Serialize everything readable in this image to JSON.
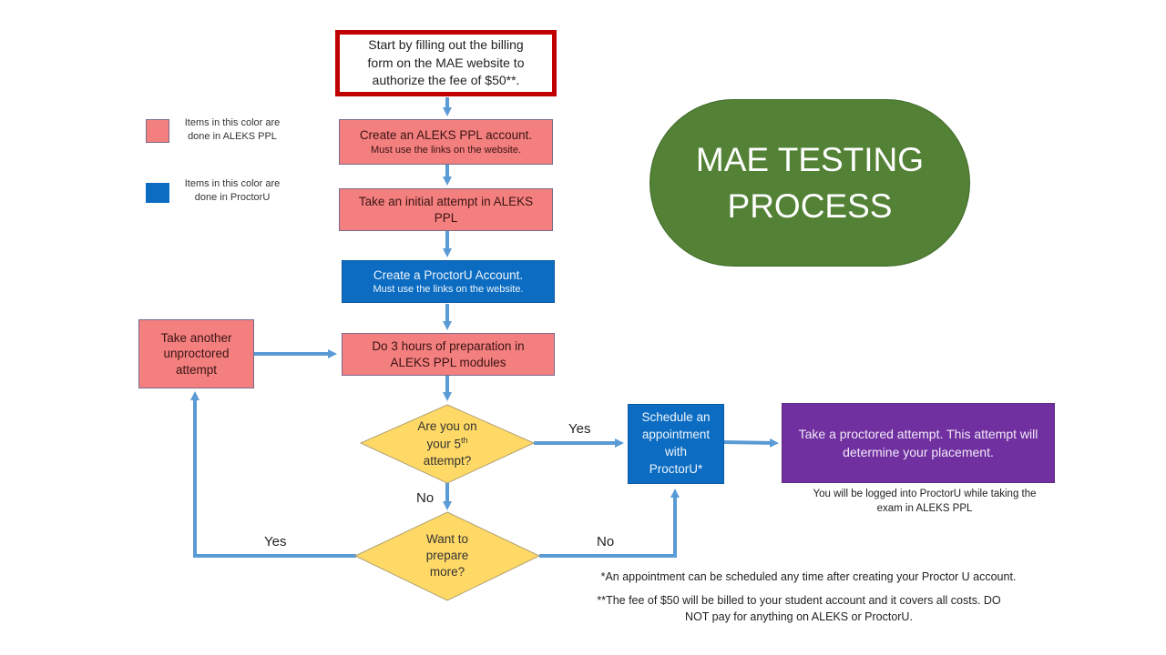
{
  "title": {
    "line1": "MAE TESTING",
    "line2": "PROCESS"
  },
  "legend": [
    {
      "color": "#f47f7f",
      "line1": "Items in this color are",
      "line2": "done  in ALEKS  PPL"
    },
    {
      "color": "#0b6cc2",
      "line1": "Items in this color are",
      "line2": "done  in ProctorU"
    }
  ],
  "steps": {
    "billing": {
      "line1": "Start by filling out the billing",
      "line2": "form on the MAE website to",
      "line3": "authorize the fee of $50**."
    },
    "aleks_account": {
      "main": "Create an ALEKS PPL account.",
      "sub": "Must use the links on the website."
    },
    "initial_attempt": {
      "line1": "Take an initial attempt in ALEKS",
      "line2": "PPL"
    },
    "proctoru_account": {
      "main": "Create a ProctorU  Account.",
      "sub": "Must use the links on the website."
    },
    "preparation": {
      "line1": "Do 3 hours of preparation in",
      "line2": "ALEKS PPL modules"
    },
    "another_attempt": {
      "line1": "Take another",
      "line2": "unproctored",
      "line3": "attempt"
    },
    "schedule": {
      "line1": "Schedule an",
      "line2": "appointment",
      "line3": "with",
      "line4": "ProctorU*"
    },
    "proctored": {
      "line1": "Take a proctored  attempt. This attempt will",
      "line2": "determine your placement."
    }
  },
  "decisions": {
    "fifth_attempt": {
      "line1": "Are you on",
      "line2_pre": "your 5",
      "line2_sup": "th",
      "line3": "attempt?"
    },
    "prepare_more": {
      "line1": "Want to",
      "line2": "prepare",
      "line3": "more?"
    }
  },
  "edge_labels": {
    "fifth_yes": "Yes",
    "fifth_no": "No",
    "prepare_yes": "Yes",
    "prepare_no": "No"
  },
  "notes": {
    "proctored_note_line1": "You will be logged into ProctorU while taking the",
    "proctored_note_line2": "exam in ALEKS  PPL",
    "footnote1": "*An appointment can be scheduled any time after creating your Proctor U account.",
    "footnote2_line1": "**The fee of $50  will be billed to your student account and it covers all costs. DO",
    "footnote2_line2": "NOT pay for anything on ALEKS or ProctorU."
  },
  "colors": {
    "aleks": "#f47f7f",
    "proctoru": "#0b6cc2",
    "title_green": "#538135",
    "decision_yellow": "#ffd966",
    "start_border": "#c00000",
    "proctored_purple": "#7030a0",
    "arrow": "#5b9bd5"
  }
}
